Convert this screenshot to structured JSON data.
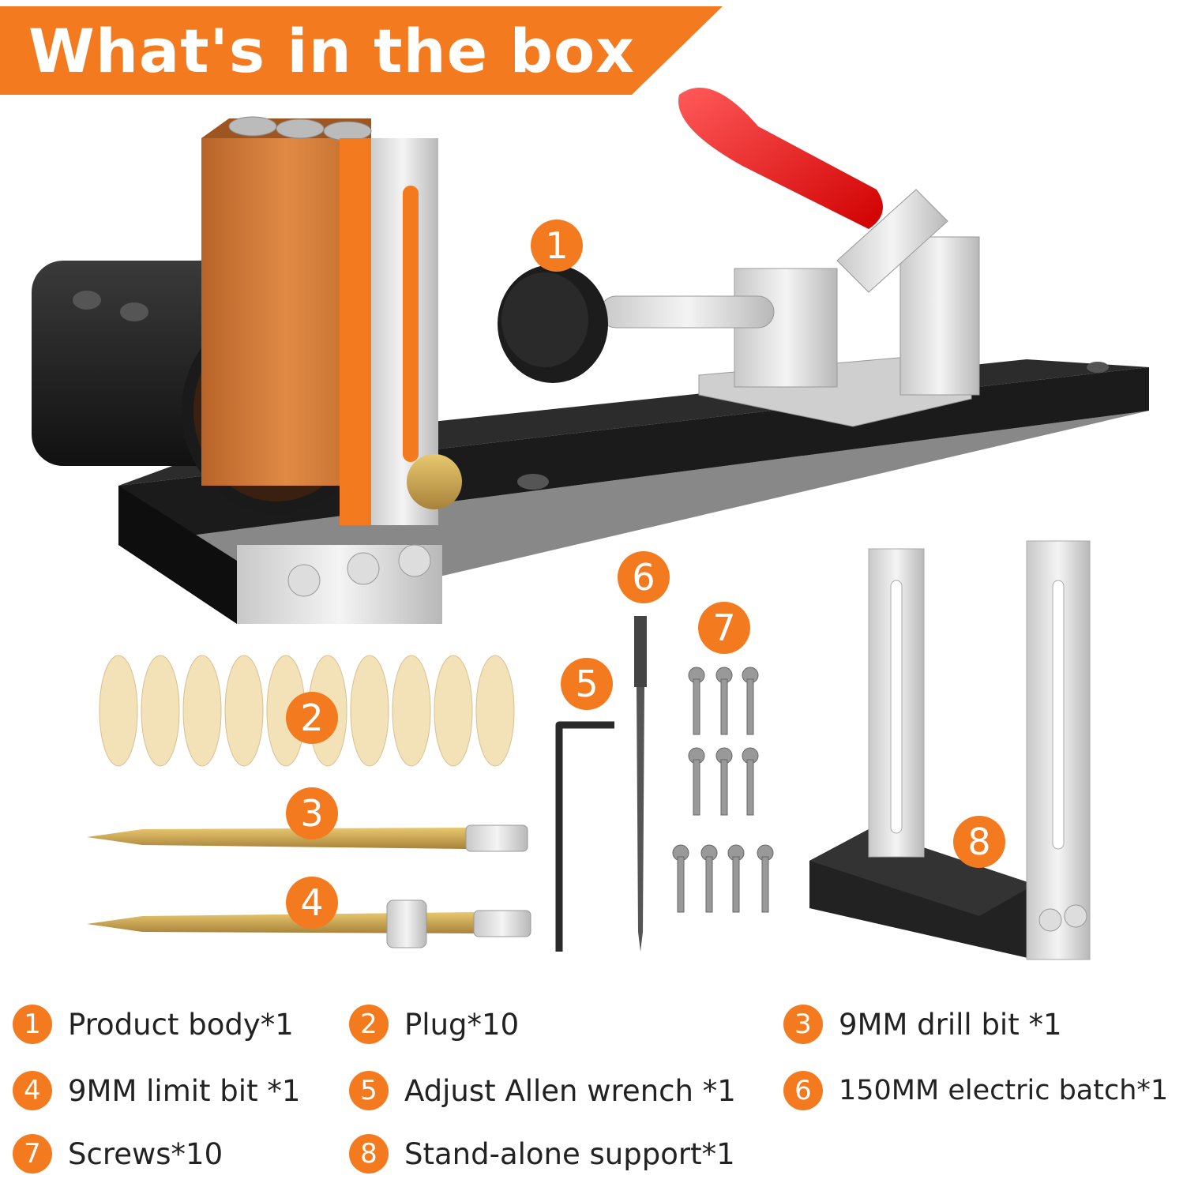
{
  "banner": {
    "title": "What's in the box"
  },
  "colors": {
    "accent": "#f47a1f",
    "dark": "#1c1c1c",
    "text": "#222222"
  },
  "callouts": [
    "1",
    "2",
    "3",
    "4",
    "5",
    "6",
    "7",
    "8"
  ],
  "legend": [
    {
      "num": "1",
      "label": "Product body*1"
    },
    {
      "num": "2",
      "label": "Plug*10"
    },
    {
      "num": "3",
      "label": "9MM drill bit *1"
    },
    {
      "num": "4",
      "label": "9MM limit bit *1"
    },
    {
      "num": "5",
      "label": "Adjust Allen wrench *1"
    },
    {
      "num": "6",
      "label": "150MM electric batch*1"
    },
    {
      "num": "7",
      "label": "Screws*10"
    },
    {
      "num": "8",
      "label": "Stand-alone support*1"
    }
  ]
}
